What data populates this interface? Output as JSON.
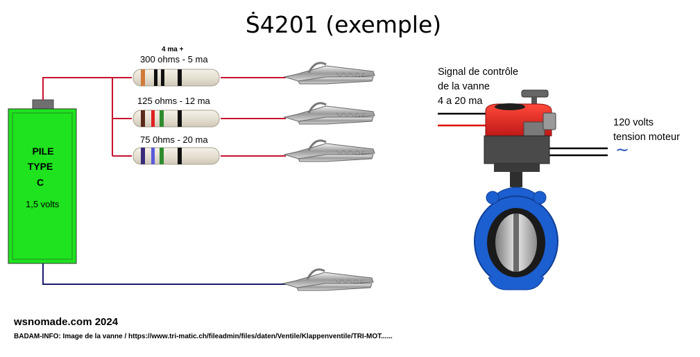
{
  "title": "Ṡ4201 (exemple)",
  "battery": {
    "line1": "PILE",
    "line2": "TYPE",
    "line3": "C",
    "voltage": "1,5 volts",
    "color": "#1ee31e"
  },
  "resistors": [
    {
      "note": "4 ma +",
      "label": "300 ohms - 5 ma",
      "bands": [
        "#d07a3a",
        "#111111",
        "#111111",
        "#111111"
      ]
    },
    {
      "note": "",
      "label": "125 ohms - 12 ma",
      "bands": [
        "#5a2a1a",
        "#e02020",
        "#2e8b2e",
        "#111111"
      ]
    },
    {
      "note": "",
      "label": "75 0hms -   20 ma",
      "bands": [
        "#3a2b7a",
        "#5a5ad8",
        "#2e8b2e",
        "#111111"
      ]
    }
  ],
  "valve": {
    "signal_label_lines": [
      "Signal de contrôle",
      "de la vanne",
      "4 a 20 ma"
    ],
    "power_label_lines": [
      "120 volts",
      "tension moteur"
    ],
    "ac_symbol": "~"
  },
  "footer": {
    "site": "wsnomade.com 2024",
    "credit": "BADAM-INFO: Image de la vanne / https://www.tri-matic.ch/fileadmin/files/daten/Ventile/Klappenventile/TRI-MOT......"
  },
  "colors": {
    "red_wire": "#c8102e",
    "blue_wire": "#1a1a6e",
    "valve_blue": "#1c5fd0",
    "actuator_red": "#e82424"
  }
}
